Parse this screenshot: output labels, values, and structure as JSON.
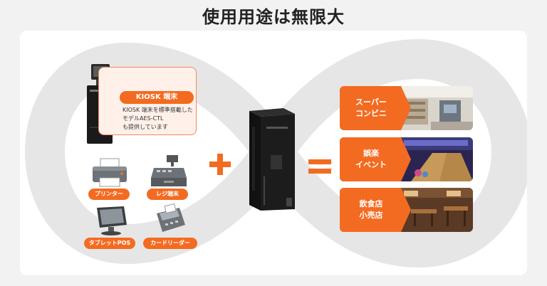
{
  "title": "使用用途は無限大",
  "kiosk": {
    "tag": "KIOSK 端末",
    "description_lines": [
      "KIOSK 端末を標準搭載した",
      "モデルAES-CTL",
      "も提供しています"
    ]
  },
  "devices": [
    {
      "label": "プリンター",
      "icon": "printer-icon"
    },
    {
      "label": "レジ端末",
      "icon": "cash-register-icon"
    },
    {
      "label": "タブレットPOS",
      "icon": "tablet-pos-icon"
    },
    {
      "label": "カードリーダー",
      "icon": "card-reader-icon"
    }
  ],
  "use_cases": [
    {
      "line1": "スーパー",
      "line2": "コンビニ",
      "scene": "supermarket-photo"
    },
    {
      "line1": "娯楽",
      "line2": "イベント",
      "scene": "bowling-alley-photo"
    },
    {
      "line1": "飲食店",
      "line2": "小売店",
      "scene": "restaurant-photo"
    }
  ],
  "colors": {
    "accent": "#f36b21",
    "infinity": "#e6e6e6",
    "device_body": "#1a1a1a"
  }
}
